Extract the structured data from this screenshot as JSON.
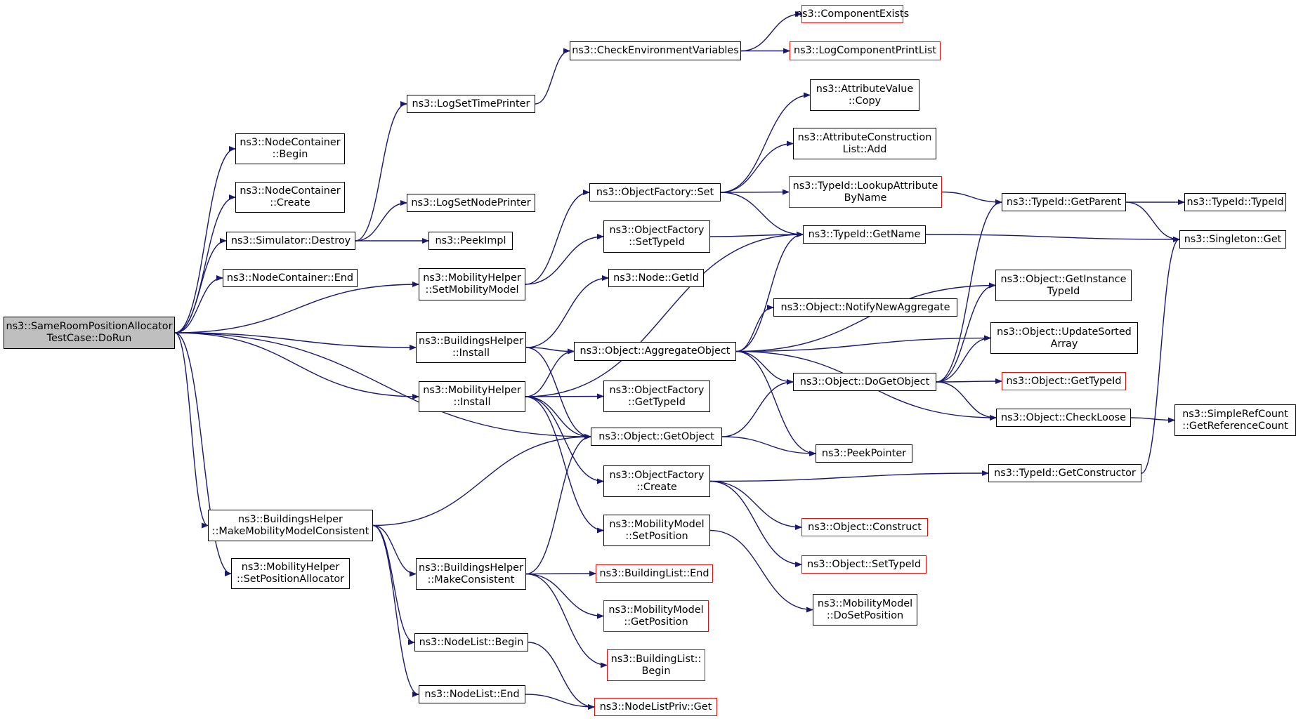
{
  "graph": {
    "edge_color": "#191970",
    "node_border_default": "#000000",
    "node_border_unresolved": "#ff0000",
    "root_fill": "#bfbfbf",
    "nodes": [
      {
        "id": "n0",
        "label": "ns3::SameRoomPositionAllocator\nTestCase::DoRun",
        "border": "black",
        "root": true
      },
      {
        "id": "n1",
        "label": "ns3::NodeContainer\n::Begin",
        "border": "black"
      },
      {
        "id": "n2",
        "label": "ns3::NodeContainer\n::Create",
        "border": "black"
      },
      {
        "id": "n3",
        "label": "ns3::Simulator::Destroy",
        "border": "black"
      },
      {
        "id": "n4",
        "label": "ns3::NodeContainer::End",
        "border": "black"
      },
      {
        "id": "n5",
        "label": "ns3::MobilityHelper\n::SetMobilityModel",
        "border": "black"
      },
      {
        "id": "n6",
        "label": "ns3::BuildingsHelper\n::Install",
        "border": "black"
      },
      {
        "id": "n7",
        "label": "ns3::MobilityHelper\n::Install",
        "border": "black"
      },
      {
        "id": "n8",
        "label": "ns3::BuildingsHelper\n::MakeMobilityModelConsistent",
        "border": "black"
      },
      {
        "id": "n9",
        "label": "ns3::MobilityHelper\n::SetPositionAllocator",
        "border": "black"
      },
      {
        "id": "n10",
        "label": "ns3::LogSetTimePrinter",
        "border": "black"
      },
      {
        "id": "n11",
        "label": "ns3::LogSetNodePrinter",
        "border": "black"
      },
      {
        "id": "n12",
        "label": "ns3::PeekImpl",
        "border": "black"
      },
      {
        "id": "n13",
        "label": "ns3::CheckEnvironmentVariables",
        "border": "black"
      },
      {
        "id": "n14",
        "label": "ns3::ComponentExists",
        "border": "red"
      },
      {
        "id": "n15",
        "label": "ns3::LogComponentPrintList",
        "border": "red"
      },
      {
        "id": "n16",
        "label": "ns3::ObjectFactory::Set",
        "border": "black"
      },
      {
        "id": "n17",
        "label": "ns3::ObjectFactory\n::SetTypeId",
        "border": "black"
      },
      {
        "id": "n18",
        "label": "ns3::Node::GetId",
        "border": "black"
      },
      {
        "id": "n19",
        "label": "ns3::Object::AggregateObject",
        "border": "black"
      },
      {
        "id": "n20",
        "label": "ns3::ObjectFactory\n::GetTypeId",
        "border": "black"
      },
      {
        "id": "n21",
        "label": "ns3::Object::GetObject",
        "border": "black"
      },
      {
        "id": "n22",
        "label": "ns3::ObjectFactory\n::Create",
        "border": "black"
      },
      {
        "id": "n23",
        "label": "ns3::MobilityModel\n::SetPosition",
        "border": "black"
      },
      {
        "id": "n24",
        "label": "ns3::BuildingsHelper\n::MakeConsistent",
        "border": "black"
      },
      {
        "id": "n25",
        "label": "ns3::NodeList::Begin",
        "border": "black"
      },
      {
        "id": "n26",
        "label": "ns3::NodeList::End",
        "border": "black"
      },
      {
        "id": "n27",
        "label": "ns3::AttributeValue\n::Copy",
        "border": "black"
      },
      {
        "id": "n28",
        "label": "ns3::AttributeConstruction\nList::Add",
        "border": "black"
      },
      {
        "id": "n29",
        "label": "ns3::TypeId::LookupAttribute\nByName",
        "border": "red"
      },
      {
        "id": "n30",
        "label": "ns3::TypeId::GetName",
        "border": "black"
      },
      {
        "id": "n31",
        "label": "ns3::Object::NotifyNewAggregate",
        "border": "black"
      },
      {
        "id": "n32",
        "label": "ns3::Object::DoGetObject",
        "border": "black"
      },
      {
        "id": "n33",
        "label": "ns3::PeekPointer",
        "border": "black"
      },
      {
        "id": "n34",
        "label": "ns3::Object::Construct",
        "border": "red"
      },
      {
        "id": "n35",
        "label": "ns3::Object::SetTypeId",
        "border": "red"
      },
      {
        "id": "n36",
        "label": "ns3::MobilityModel\n::DoSetPosition",
        "border": "black"
      },
      {
        "id": "n37",
        "label": "ns3::BuildingList::End",
        "border": "red"
      },
      {
        "id": "n38",
        "label": "ns3::MobilityModel\n::GetPosition",
        "border": "red"
      },
      {
        "id": "n39",
        "label": "ns3::BuildingList::\nBegin",
        "border": "red"
      },
      {
        "id": "n40",
        "label": "ns3::NodeListPriv::Get",
        "border": "red"
      },
      {
        "id": "n41",
        "label": "ns3::TypeId::GetParent",
        "border": "black"
      },
      {
        "id": "n42",
        "label": "ns3::Object::GetInstance\nTypeId",
        "border": "black"
      },
      {
        "id": "n43",
        "label": "ns3::Object::UpdateSorted\nArray",
        "border": "black"
      },
      {
        "id": "n44",
        "label": "ns3::Object::GetTypeId",
        "border": "red"
      },
      {
        "id": "n45",
        "label": "ns3::Object::CheckLoose",
        "border": "black"
      },
      {
        "id": "n46",
        "label": "ns3::TypeId::GetConstructor",
        "border": "black"
      },
      {
        "id": "n47",
        "label": "ns3::TypeId::TypeId",
        "border": "black"
      },
      {
        "id": "n48",
        "label": "ns3::Singleton::Get",
        "border": "black"
      },
      {
        "id": "n49",
        "label": "ns3::SimpleRefCount\n::GetReferenceCount",
        "border": "black"
      }
    ],
    "edges": [
      [
        "n0",
        "n1"
      ],
      [
        "n0",
        "n2"
      ],
      [
        "n0",
        "n3"
      ],
      [
        "n0",
        "n4"
      ],
      [
        "n0",
        "n5"
      ],
      [
        "n0",
        "n6"
      ],
      [
        "n0",
        "n7"
      ],
      [
        "n0",
        "n21"
      ],
      [
        "n0",
        "n8"
      ],
      [
        "n0",
        "n9"
      ],
      [
        "n3",
        "n10"
      ],
      [
        "n3",
        "n11"
      ],
      [
        "n3",
        "n12"
      ],
      [
        "n10",
        "n13"
      ],
      [
        "n13",
        "n14"
      ],
      [
        "n13",
        "n15"
      ],
      [
        "n5",
        "n16"
      ],
      [
        "n5",
        "n17"
      ],
      [
        "n6",
        "n18"
      ],
      [
        "n6",
        "n19"
      ],
      [
        "n6",
        "n21"
      ],
      [
        "n7",
        "n30"
      ],
      [
        "n7",
        "n19"
      ],
      [
        "n7",
        "n20"
      ],
      [
        "n7",
        "n21"
      ],
      [
        "n7",
        "n22"
      ],
      [
        "n7",
        "n23"
      ],
      [
        "n8",
        "n21"
      ],
      [
        "n8",
        "n24"
      ],
      [
        "n8",
        "n25"
      ],
      [
        "n8",
        "n26"
      ],
      [
        "n24",
        "n21"
      ],
      [
        "n24",
        "n37"
      ],
      [
        "n24",
        "n38"
      ],
      [
        "n24",
        "n39"
      ],
      [
        "n25",
        "n40"
      ],
      [
        "n26",
        "n40"
      ],
      [
        "n16",
        "n27"
      ],
      [
        "n16",
        "n28"
      ],
      [
        "n16",
        "n29"
      ],
      [
        "n16",
        "n30"
      ],
      [
        "n17",
        "n30"
      ],
      [
        "n19",
        "n30"
      ],
      [
        "n19",
        "n42"
      ],
      [
        "n19",
        "n31"
      ],
      [
        "n19",
        "n43"
      ],
      [
        "n19",
        "n32"
      ],
      [
        "n19",
        "n45"
      ],
      [
        "n19",
        "n33"
      ],
      [
        "n21",
        "n32"
      ],
      [
        "n21",
        "n33"
      ],
      [
        "n22",
        "n46"
      ],
      [
        "n22",
        "n34"
      ],
      [
        "n22",
        "n35"
      ],
      [
        "n23",
        "n36"
      ],
      [
        "n29",
        "n41"
      ],
      [
        "n30",
        "n48"
      ],
      [
        "n32",
        "n41"
      ],
      [
        "n32",
        "n42"
      ],
      [
        "n32",
        "n43"
      ],
      [
        "n32",
        "n44"
      ],
      [
        "n32",
        "n45"
      ],
      [
        "n41",
        "n47"
      ],
      [
        "n41",
        "n48"
      ],
      [
        "n45",
        "n49"
      ],
      [
        "n46",
        "n48"
      ]
    ]
  }
}
